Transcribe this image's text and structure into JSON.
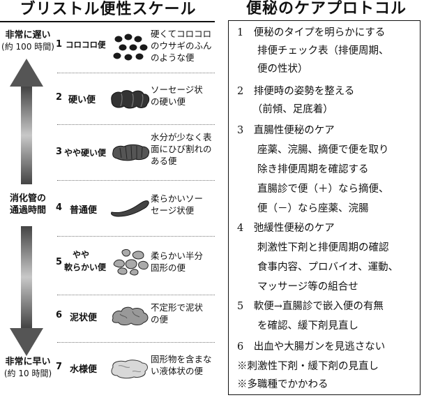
{
  "left": {
    "title": "ブリストル便性スケール",
    "top_label": "非常に遅い",
    "top_sub": "(約 100 時間)",
    "middle_label_1": "消化管の",
    "middle_label_2": "通過時間",
    "bottom_label": "非常に早い",
    "bottom_sub": "(約 10 時間)",
    "rows": [
      {
        "num": "1",
        "name": "コロコロ便",
        "desc": [
          "硬くてコロコロ",
          "のウサギのふん",
          "のような便"
        ]
      },
      {
        "num": "2",
        "name": "硬い便",
        "desc": [
          "ソーセージ状",
          "の硬い便"
        ]
      },
      {
        "num": "3",
        "name": "やや硬い便",
        "desc": [
          "水分が少なく表",
          "面にひび割れの",
          "ある便"
        ]
      },
      {
        "num": "4",
        "name": "普通便",
        "desc": [
          "柔らかいソー",
          "セージ状便"
        ]
      },
      {
        "num": "5",
        "name": "やや",
        "name2": "軟らかい便",
        "desc": [
          "柔らかい半分",
          "固形の便"
        ]
      },
      {
        "num": "6",
        "name": "泥状便",
        "desc": [
          "不定形で泥状",
          "の便"
        ]
      },
      {
        "num": "7",
        "name": "水様便",
        "desc": [
          "固形物を含まな",
          "い液体状の便"
        ]
      }
    ]
  },
  "right": {
    "title": "便秘のケアプロトコル",
    "lines": [
      "1　便秘のタイプを明らかにする",
      "　　排便チェック表（排便周期、",
      "　　便の性状）",
      "2　排便時の姿勢を整える",
      "　　（前傾、足底着）",
      "3　直腸性便秘のケア",
      "　　座薬、浣腸、摘便で便を取り",
      "　　除き排便周期を確認する",
      "　　直腸診で便（＋）なら摘便、",
      "　　便（－）なら座薬、浣腸",
      "4　弛緩性便秘のケア",
      "　　刺激性下剤と排便周期の確認",
      "　　食事内容、プロバイオ、運動、",
      "　　マッサージ等の組合せ",
      "5　軟便→直腸診で嵌入便の有無",
      "　　を確認、緩下剤見直し",
      "6　出血や大腸ガンを見逃さない",
      "※刺激性下剤・緩下剤の見直し",
      "※多職種でかかわる"
    ]
  }
}
